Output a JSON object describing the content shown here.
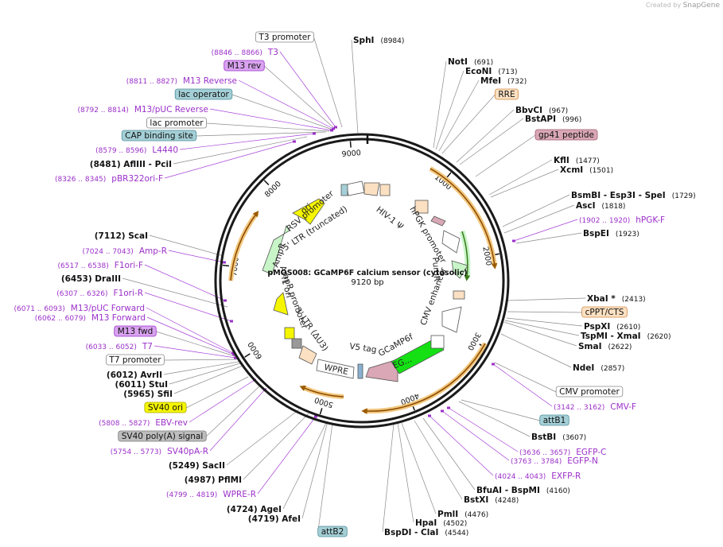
{
  "watermark": {
    "prefix": "Created by",
    "brand": "SnapGene"
  },
  "plasmid": {
    "name": "pMOS008: GCaMP6F calcium sensor (cytosolic)",
    "size_label": "9120 bp",
    "length": 9120
  },
  "ticks": [
    "1000",
    "2000",
    "3000",
    "4000",
    "5000",
    "6000",
    "7000",
    "8000",
    "9000"
  ],
  "colors": {
    "enzyme": "#111111",
    "primer": "#9b30c9",
    "leader": "#8a8a8a",
    "primer_leader": "#a640d8",
    "backbone": "#222222",
    "feature_orange": "#f2c77e",
    "feature_green": "#14e014",
    "feature_yellow": "#f5f500",
    "feature_lightgreen": "#c8f5c8"
  },
  "labels": [
    {
      "kind": "box",
      "text": "T3 promoter",
      "bg": "#ffffff",
      "border": "#888888",
      "color": "#111111"
    },
    {
      "kind": "enzyme",
      "name": "SphI",
      "pos": "(8984)"
    },
    {
      "kind": "primer",
      "range": "(8846 .. 8866)",
      "name": "T3"
    },
    {
      "kind": "box",
      "text": "M13 rev",
      "bg": "#d9a3f0",
      "border": "#9b30c9",
      "color": "#111111"
    },
    {
      "kind": "primer",
      "range": "(8811 .. 8827)",
      "name": "M13 Reverse"
    },
    {
      "kind": "box",
      "text": "lac operator",
      "bg": "#a4cfd6",
      "border": "#4f8d98",
      "color": "#111111"
    },
    {
      "kind": "primer",
      "range": "(8792 .. 8814)",
      "name": "M13/pUC Reverse"
    },
    {
      "kind": "box",
      "text": "lac promoter",
      "bg": "#ffffff",
      "border": "#888888",
      "color": "#111111"
    },
    {
      "kind": "box",
      "text": "CAP binding site",
      "bg": "#a4cfd6",
      "border": "#4f8d98",
      "color": "#111111"
    },
    {
      "kind": "primer",
      "range": "(8579 .. 8596)",
      "name": "L4440"
    },
    {
      "kind": "enzyme",
      "name": "(8481)  AflIII  - PciI",
      "pos": ""
    },
    {
      "kind": "primer",
      "range": "(8326 .. 8345)",
      "name": "pBR322ori-F"
    },
    {
      "kind": "enzyme",
      "name": "NotI",
      "pos": "(691)"
    },
    {
      "kind": "enzyme",
      "name": "EcoNI",
      "pos": "(713)"
    },
    {
      "kind": "enzyme",
      "name": "MfeI",
      "pos": "(732)"
    },
    {
      "kind": "box",
      "text": "RRE",
      "bg": "#fbe0c2",
      "border": "#d08a44",
      "color": "#111111"
    },
    {
      "kind": "enzyme",
      "name": "BbvCI",
      "pos": "(967)"
    },
    {
      "kind": "enzyme",
      "name": "BstAPI",
      "pos": "(996)"
    },
    {
      "kind": "box",
      "text": "gp41 peptide",
      "bg": "#d9a7b5",
      "border": "#a05a70",
      "color": "#111111"
    },
    {
      "kind": "enzyme",
      "name": "KflI",
      "pos": "(1477)"
    },
    {
      "kind": "enzyme",
      "name": "XcmI",
      "pos": "(1501)"
    },
    {
      "kind": "enzyme",
      "name": "BsmBI  - Esp3I  - SpeI",
      "pos": "(1729)"
    },
    {
      "kind": "enzyme",
      "name": "AscI",
      "pos": "(1818)"
    },
    {
      "kind": "primer",
      "range": "(1902 .. 1920)",
      "name": "hPGK-F"
    },
    {
      "kind": "enzyme",
      "name": "BspEI",
      "pos": "(1923)"
    },
    {
      "kind": "enzyme",
      "name": "(7112)  ScaI",
      "pos": ""
    },
    {
      "kind": "primer",
      "range": "(7024 .. 7043)",
      "name": "Amp-R"
    },
    {
      "kind": "primer",
      "range": "(6517 .. 6538)",
      "name": "F1ori-F"
    },
    {
      "kind": "enzyme",
      "name": "(6453)  DraIII",
      "pos": ""
    },
    {
      "kind": "primer",
      "range": "(6307 .. 6326)",
      "name": "F1ori-R"
    },
    {
      "kind": "primer",
      "range": "(6071 .. 6093)",
      "name": "M13/pUC Forward"
    },
    {
      "kind": "primer",
      "range": "(6062 .. 6079)",
      "name": "M13 Forward"
    },
    {
      "kind": "box",
      "text": "M13 fwd",
      "bg": "#d9a3f0",
      "border": "#9b30c9",
      "color": "#111111"
    },
    {
      "kind": "primer",
      "range": "(6033 .. 6052)",
      "name": "T7"
    },
    {
      "kind": "box",
      "text": "T7 promoter",
      "bg": "#ffffff",
      "border": "#888888",
      "color": "#111111"
    },
    {
      "kind": "enzyme",
      "name": "(6012)  AvrII",
      "pos": ""
    },
    {
      "kind": "enzyme",
      "name": "(6011)  StuI",
      "pos": ""
    },
    {
      "kind": "enzyme",
      "name": "(5965)  SfiI",
      "pos": ""
    },
    {
      "kind": "box",
      "text": "SV40 ori",
      "bg": "#f5f500",
      "border": "#a8a800",
      "color": "#111111"
    },
    {
      "kind": "primer",
      "range": "(5808 .. 5827)",
      "name": "EBV-rev"
    },
    {
      "kind": "box",
      "text": "SV40 poly(A) signal",
      "bg": "#bdbdbd",
      "border": "#7a7a7a",
      "color": "#111111"
    },
    {
      "kind": "primer",
      "range": "(5754 .. 5773)",
      "name": "SV40pA-R"
    },
    {
      "kind": "enzyme",
      "name": "(5249)  SacII",
      "pos": ""
    },
    {
      "kind": "enzyme",
      "name": "(4987)  PflMI",
      "pos": ""
    },
    {
      "kind": "primer",
      "range": "(4799 .. 4819)",
      "name": "WPRE-R"
    },
    {
      "kind": "enzyme",
      "name": "(4724)  AgeI",
      "pos": ""
    },
    {
      "kind": "enzyme",
      "name": "(4719)  AfeI",
      "pos": ""
    },
    {
      "kind": "box",
      "text": "attB2",
      "bg": "#a4cfd6",
      "border": "#4f8d98",
      "color": "#111111"
    },
    {
      "kind": "enzyme",
      "name": "BspDI  - ClaI",
      "pos": "(4544)"
    },
    {
      "kind": "enzyme",
      "name": "HpaI",
      "pos": "(4502)"
    },
    {
      "kind": "enzyme",
      "name": "PmlI",
      "pos": "(4476)"
    },
    {
      "kind": "enzyme",
      "name": "BstXI",
      "pos": "(4248)"
    },
    {
      "kind": "enzyme",
      "name": "BfuAI  - BspMI",
      "pos": "(4160)"
    },
    {
      "kind": "primer",
      "range": "(4024 .. 4043)",
      "name": "EXFP-R"
    },
    {
      "kind": "primer",
      "range": "(3763 .. 3784)",
      "name": "EGFP-N"
    },
    {
      "kind": "primer",
      "range": "(3636 .. 3657)",
      "name": "EGFP-C"
    },
    {
      "kind": "enzyme",
      "name": "BstBI",
      "pos": "(3607)"
    },
    {
      "kind": "box",
      "text": "attB1",
      "bg": "#a4cfd6",
      "border": "#4f8d98",
      "color": "#111111"
    },
    {
      "kind": "primer",
      "range": "(3142 .. 3162)",
      "name": "CMV-F"
    },
    {
      "kind": "box",
      "text": "CMV promoter",
      "bg": "#ffffff",
      "border": "#888888",
      "color": "#111111"
    },
    {
      "kind": "enzyme",
      "name": "NdeI",
      "pos": "(2857)"
    },
    {
      "kind": "enzyme",
      "name": "SmaI",
      "pos": "(2622)"
    },
    {
      "kind": "enzyme",
      "name": "TspMI  - XmaI",
      "pos": "(2620)"
    },
    {
      "kind": "enzyme",
      "name": "PspXI",
      "pos": "(2610)"
    },
    {
      "kind": "box",
      "text": "cPPT/CTS",
      "bg": "#fbe0c2",
      "border": "#d08a44",
      "color": "#111111"
    },
    {
      "kind": "enzyme",
      "name": "XbaI *",
      "pos": "(2413)"
    }
  ],
  "inner_labels": [
    {
      "text": "RSV promoter"
    },
    {
      "text": "5' LTR (truncated)"
    },
    {
      "text": "HIV-1 Ψ"
    },
    {
      "text": "hPGK promoter"
    },
    {
      "text": "PuroR"
    },
    {
      "text": "CMV enhancer"
    },
    {
      "text": "GCaMP6f"
    },
    {
      "text": "EG..."
    },
    {
      "text": "V5 tag"
    },
    {
      "text": "WPRE"
    },
    {
      "text": "3' LTR (ΔU3)"
    },
    {
      "text": "f1 ori"
    },
    {
      "text": "AmpR promoter"
    },
    {
      "text": "AmpR"
    },
    {
      "text": "ori"
    }
  ]
}
